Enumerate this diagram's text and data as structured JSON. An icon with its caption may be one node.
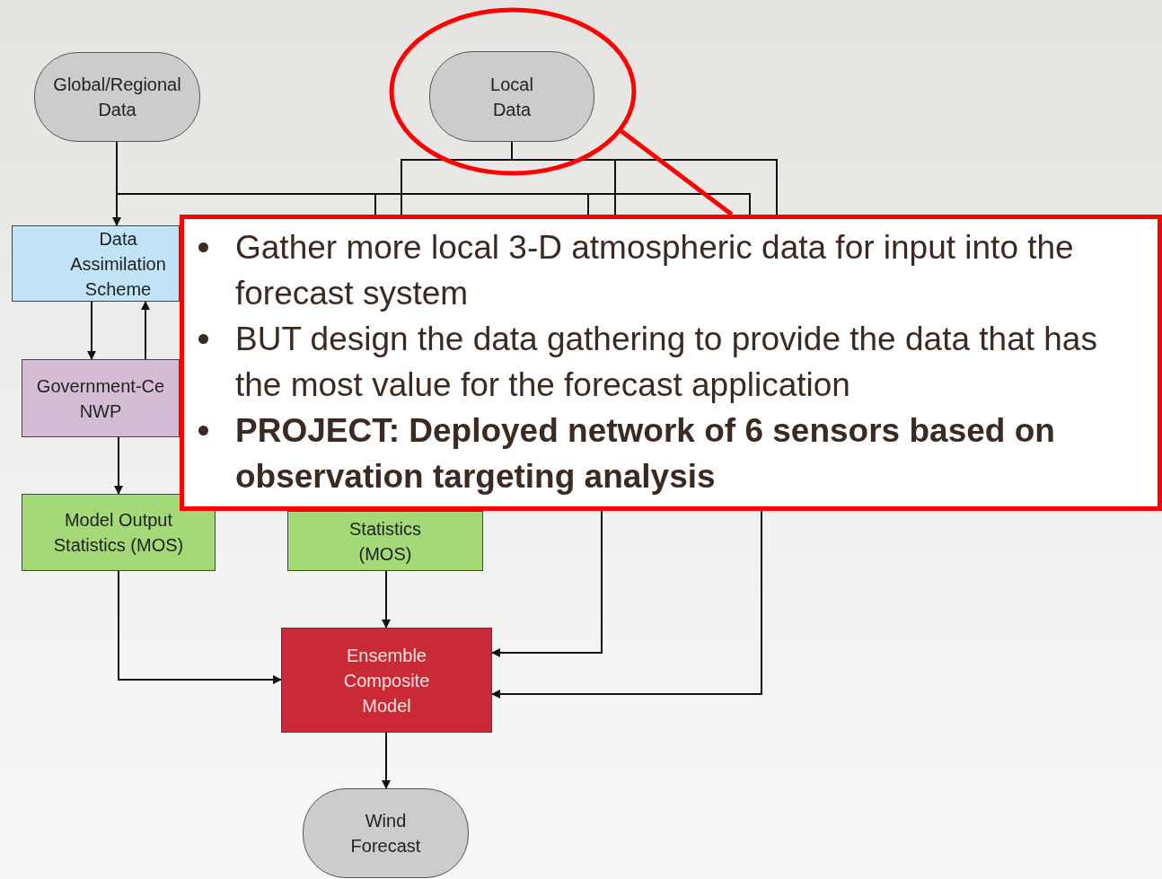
{
  "diagram": {
    "nodes": [
      {
        "text": [
          "Global/Regional Data"
        ]
      },
      {
        "text": [],
        "shape": "circle"
      },
      {
        "text": [
          "Local Data"
        ],
        "in": 1
      },
      {
        "text": [
          "Data Assimilation Scheme"
        ]
      },
      {
        "text": [
          "Government-Ce NWP"
        ]
      },
      {
        "text": [
          "Model Output Statistics (MOS)"
        ]
      },
      {
        "text": [
          "Statistics (MOS)"
        ]
      },
      {
        "text": [
          "Ensemble Composite Model"
        ]
      },
      {
        "text": [
          "Wind Forecast"
        ]
      },
      {
        "text": [
          "Gather more local 3-D atmospheric data for input into the forecast system",
          "BUT design the data gathering to provide the data that has the most value for the forecast application",
          "PROJECT: Deployed network of 6 sensors based on observation targeting analysis"
        ]
      }
    ],
    "edges": [
      {
        "from": 0,
        "to": 3,
        "arrow": "to"
      },
      {
        "from": 3,
        "to": 4,
        "arrow": "to"
      },
      {
        "from": 4,
        "to": 3,
        "arrow": "to"
      },
      {
        "from": 4,
        "to": 5,
        "arrow": "to"
      },
      {
        "from": 5,
        "to": 7,
        "arrow": "to"
      },
      {
        "from": 6,
        "to": 7,
        "arrow": "to"
      },
      {
        "from": 9,
        "to": 7,
        "arrow": "to"
      },
      {
        "from": 9,
        "to": 7,
        "arrow": "to"
      },
      {
        "from": 7,
        "to": 8,
        "arrow": "to"
      },
      {
        "from": 2,
        "to": 9,
        "arrow": "none"
      },
      {
        "from": 2,
        "to": 9,
        "arrow": "none"
      },
      {
        "from": 2,
        "to": 9,
        "arrow": "none"
      },
      {
        "from": 0,
        "to": 9,
        "arrow": "none"
      },
      {
        "from": 0,
        "to": 9,
        "arrow": "none"
      },
      {
        "from": 0,
        "to": 9,
        "arrow": "none"
      },
      {
        "from": 1,
        "to": 9,
        "arrow": "none",
        "style": "thick",
        "color": "#ff0000"
      }
    ]
  }
}
